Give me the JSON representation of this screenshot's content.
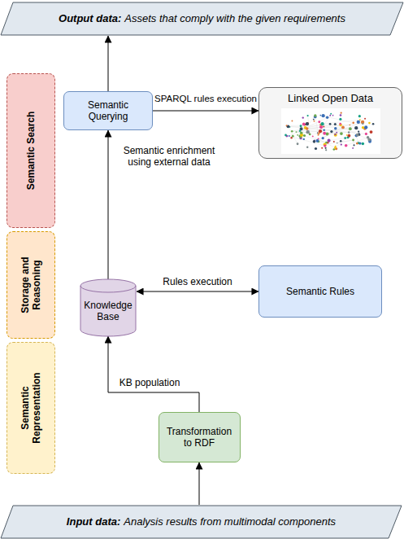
{
  "diagram": {
    "nodes": [
      {
        "text": [
          "Output data:",
          "Assets that comply with the given requirements"
        ]
      },
      {
        "text": [
          "Semantic Search"
        ]
      },
      {
        "text": [
          "Semantic Querying"
        ]
      },
      {
        "text": [
          "Linked Open Data"
        ]
      },
      {
        "text": [
          "Storage and Reasoning"
        ]
      },
      {
        "text": [
          "Knowledge Base"
        ]
      },
      {
        "text": [
          "Semantic Rules"
        ]
      },
      {
        "text": [
          "Semantic Representation"
        ]
      },
      {
        "text": [
          "Transformation to RDF"
        ]
      },
      {
        "text": [
          "Input data:",
          "Analysis results from multimodal components"
        ]
      }
    ],
    "edges": [
      {
        "from": 2,
        "to": 0,
        "arrow": "to"
      },
      {
        "from": 2,
        "to": 3,
        "arrow": "to",
        "label": "SPARQL rules execution"
      },
      {
        "from": 5,
        "to": 2,
        "arrow": "to",
        "label": "Semantic enrichment using external data"
      },
      {
        "from": 5,
        "to": 6,
        "arrow": "both",
        "label": "Rules execution"
      },
      {
        "from": 8,
        "to": 5,
        "arrow": "to",
        "label": "KB population"
      },
      {
        "from": 9,
        "to": 8,
        "arrow": "to"
      }
    ]
  }
}
